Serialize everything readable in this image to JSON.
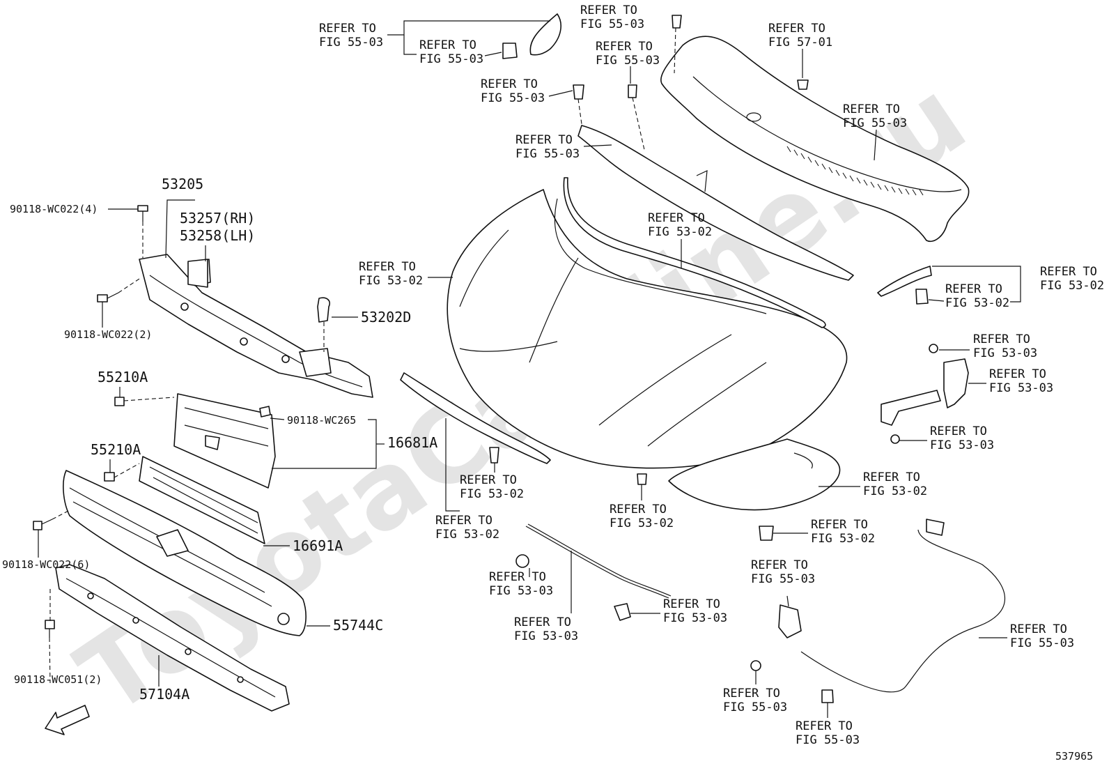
{
  "watermark": "ToyotaCarMine.ru",
  "figure_number": "537965",
  "fwd_label": "FWD",
  "part_labels": {
    "p53205": "53205",
    "p53257": "53257(RH)",
    "p53258": "53258(LH)",
    "p90118_wc022_4": "90118-WC022(4)",
    "p90118_wc022_2": "90118-WC022(2)",
    "p53202d": "53202D",
    "p55210a_1": "55210A",
    "p55210a_2": "55210A",
    "p90118_wc265": "90118-WC265",
    "p16681a": "16681A",
    "p16691a": "16691A",
    "p90118_wc022_6": "90118-WC022(6)",
    "p55744c": "55744C",
    "p90118_wc051_2": "90118-WC051(2)",
    "p57104a": "57104A"
  },
  "refer_line": "REFER TO",
  "refs": {
    "r1": "FIG 55-03",
    "r2": "FIG 55-03",
    "r3": "FIG 55-03",
    "r4": "FIG 55-03",
    "r5": "FIG 57-01",
    "r6": "FIG 55-03",
    "r7": "FIG 55-03",
    "r8": "FIG 55-03",
    "r9": "FIG 53-02",
    "r10": "FIG 53-02",
    "r11": "FIG 53-02",
    "r12": "FIG 53-02",
    "r13": "FIG 53-03",
    "r14": "FIG 53-03",
    "r15": "FIG 53-03",
    "r16": "FIG 53-02",
    "r17": "FIG 53-02",
    "r18": "FIG 53-02",
    "r19": "FIG 53-02",
    "r20": "FIG 53-02",
    "r21": "FIG 55-03",
    "r22": "FIG 53-03",
    "r23": "FIG 53-03",
    "r24": "FIG 53-03",
    "r25": "FIG 55-03",
    "r26": "FIG 55-03",
    "r27": "FIG 55-03"
  }
}
